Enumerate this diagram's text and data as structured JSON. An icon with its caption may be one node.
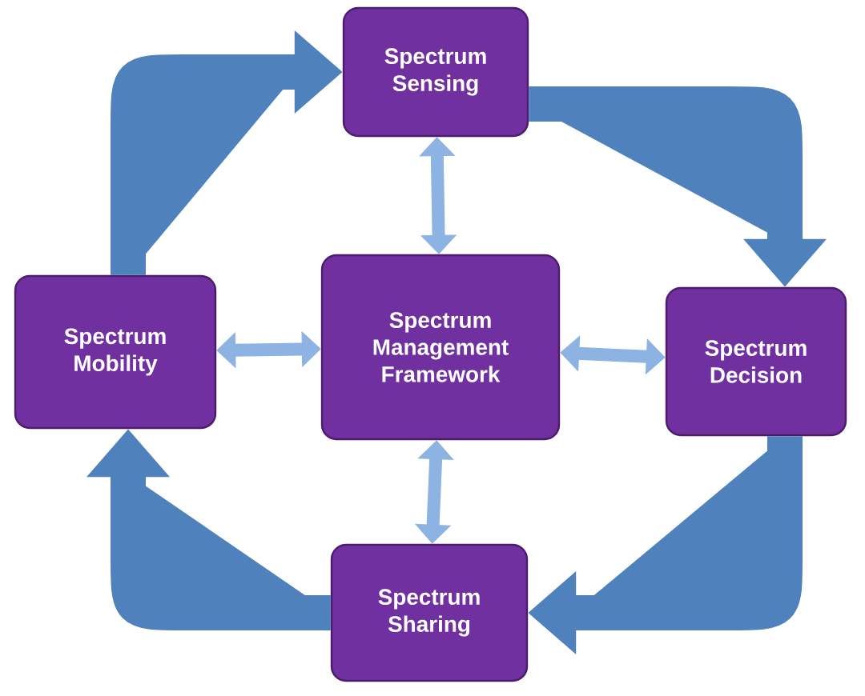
{
  "diagram": {
    "nodes": [
      {
        "text": [
          "Spectrum Sensing"
        ]
      },
      {
        "text": [
          "Spectrum Decision"
        ]
      },
      {
        "text": [
          "Spectrum Sharing"
        ]
      },
      {
        "text": [
          "Spectrum Mobility"
        ]
      },
      {
        "text": [
          "Spectrum Management Framework"
        ]
      }
    ],
    "edges": [
      {
        "from": 3,
        "to": 0,
        "arrow": "to",
        "style": "thick",
        "color": "#4f81bd"
      },
      {
        "from": 0,
        "to": 1,
        "arrow": "to",
        "style": "thick",
        "color": "#4f81bd"
      },
      {
        "from": 1,
        "to": 2,
        "arrow": "to",
        "style": "thick",
        "color": "#4f81bd"
      },
      {
        "from": 2,
        "to": 3,
        "arrow": "to",
        "style": "thick",
        "color": "#4f81bd"
      },
      {
        "from": 4,
        "to": 0,
        "arrow": "both",
        "color": "#8db3e2"
      },
      {
        "from": 4,
        "to": 1,
        "arrow": "both",
        "color": "#8db3e2"
      },
      {
        "from": 4,
        "to": 2,
        "arrow": "both",
        "color": "#8db3e2"
      },
      {
        "from": 4,
        "to": 3,
        "arrow": "both",
        "color": "#8db3e2"
      }
    ]
  }
}
